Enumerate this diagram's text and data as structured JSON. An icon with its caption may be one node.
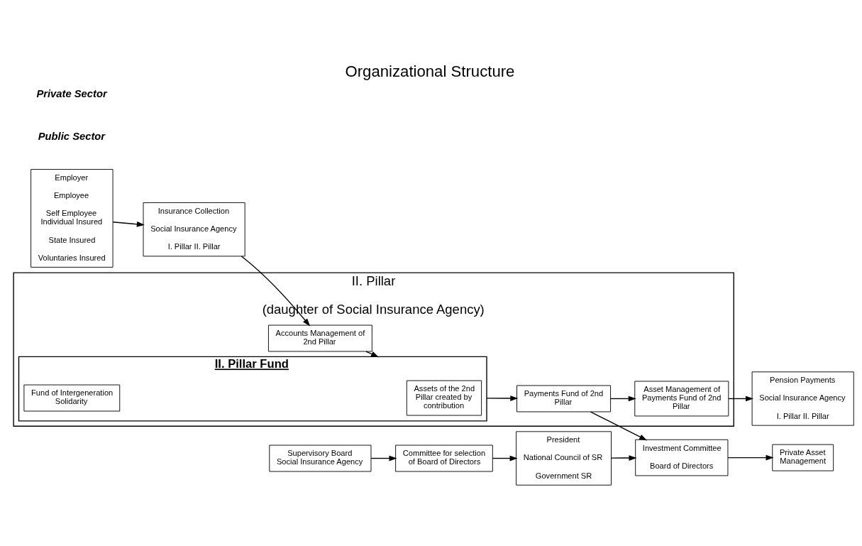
{
  "diagram": {
    "title": "Organizational Structure",
    "nodes": [
      {
        "text": [
          "Employer",
          "Employee",
          "Self Employee Individual Insured",
          "State Insured",
          "Voluntaries Insured"
        ]
      },
      {
        "text": [
          "Insurance Collection",
          "Social Insurance Agency",
          "I. Pillar II. Pillar"
        ]
      },
      {
        "text": [
          "II. Pillar",
          "(daughter of Social Insurance Agency)"
        ]
      },
      {
        "text": [
          "Accounts Management of 2nd Pillar"
        ],
        "in": 2
      },
      {
        "text": [
          "II. Pillar Fund"
        ],
        "in": 2
      },
      {
        "text": [
          "Assets of the 2nd Pillar created by contribution"
        ],
        "in": 4
      },
      {
        "text": [
          "Fund of Intergeneration Solidarity"
        ],
        "in": 4
      },
      {
        "text": [
          "Payments Fund of 2nd Pillar"
        ],
        "in": 2
      },
      {
        "text": [
          "Asset Management of Payments Fund of 2nd Pillar"
        ],
        "in": 2
      },
      {
        "text": [
          "Pension Payments",
          "Social Insurance Agency",
          "I. Pillar II. Pillar"
        ]
      },
      {
        "text": [
          "Supervisory Board Social Insurance Agency"
        ]
      },
      {
        "text": [
          "Investment Committee",
          "Board of Directors"
        ]
      },
      {
        "text": [
          "President",
          "National Council of SR",
          "Government SR"
        ]
      },
      {
        "text": [
          "Committee for selection of Board of Directors"
        ]
      },
      {
        "text": [
          "Private Asset Management"
        ]
      }
    ],
    "edges": [
      {
        "from": 0,
        "to": 1,
        "arrow": "to"
      },
      {
        "from": 1,
        "to": 3,
        "arrow": "to"
      },
      {
        "from": 3,
        "to": 4,
        "arrow": "to"
      },
      {
        "from": 4,
        "to": 7,
        "arrow": "to"
      },
      {
        "from": 7,
        "to": 8,
        "arrow": "to"
      },
      {
        "from": 8,
        "to": 9,
        "arrow": "to"
      },
      {
        "from": 7,
        "to": 11,
        "arrow": "to"
      },
      {
        "from": 10,
        "to": 13,
        "arrow": "to"
      },
      {
        "from": 12,
        "to": 11,
        "arrow": "to"
      },
      {
        "from": 11,
        "to": 14,
        "arrow": "to"
      },
      {
        "from": 13,
        "to": 12,
        "arrow": "to"
      }
    ],
    "labels": [
      "Public Sector",
      "Private Sector"
    ]
  }
}
